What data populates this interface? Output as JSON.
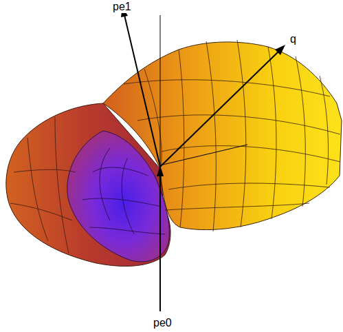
{
  "diagram": {
    "labels": [
      "pe1",
      "q",
      "pe0"
    ]
  }
}
